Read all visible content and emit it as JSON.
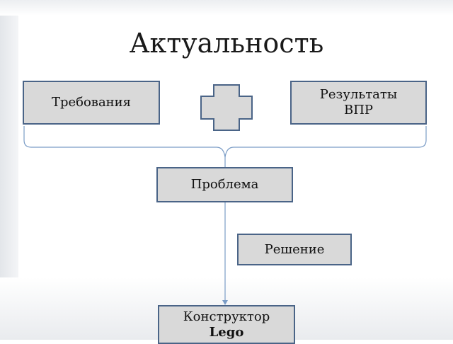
{
  "title": "Актуальность",
  "boxes": {
    "requirements": "Требования",
    "results_line1": "Результаты",
    "results_line2": "ВПР",
    "problem": "Проблема",
    "solution": "Решение",
    "constructor_line1": "Конструктор",
    "constructor_line2": "Lego"
  },
  "icons": {
    "plus": "plus-shape"
  },
  "colors": {
    "box_fill": "#d9d9d9",
    "box_border": "#4a6487",
    "connector": "#7a9cc6"
  }
}
